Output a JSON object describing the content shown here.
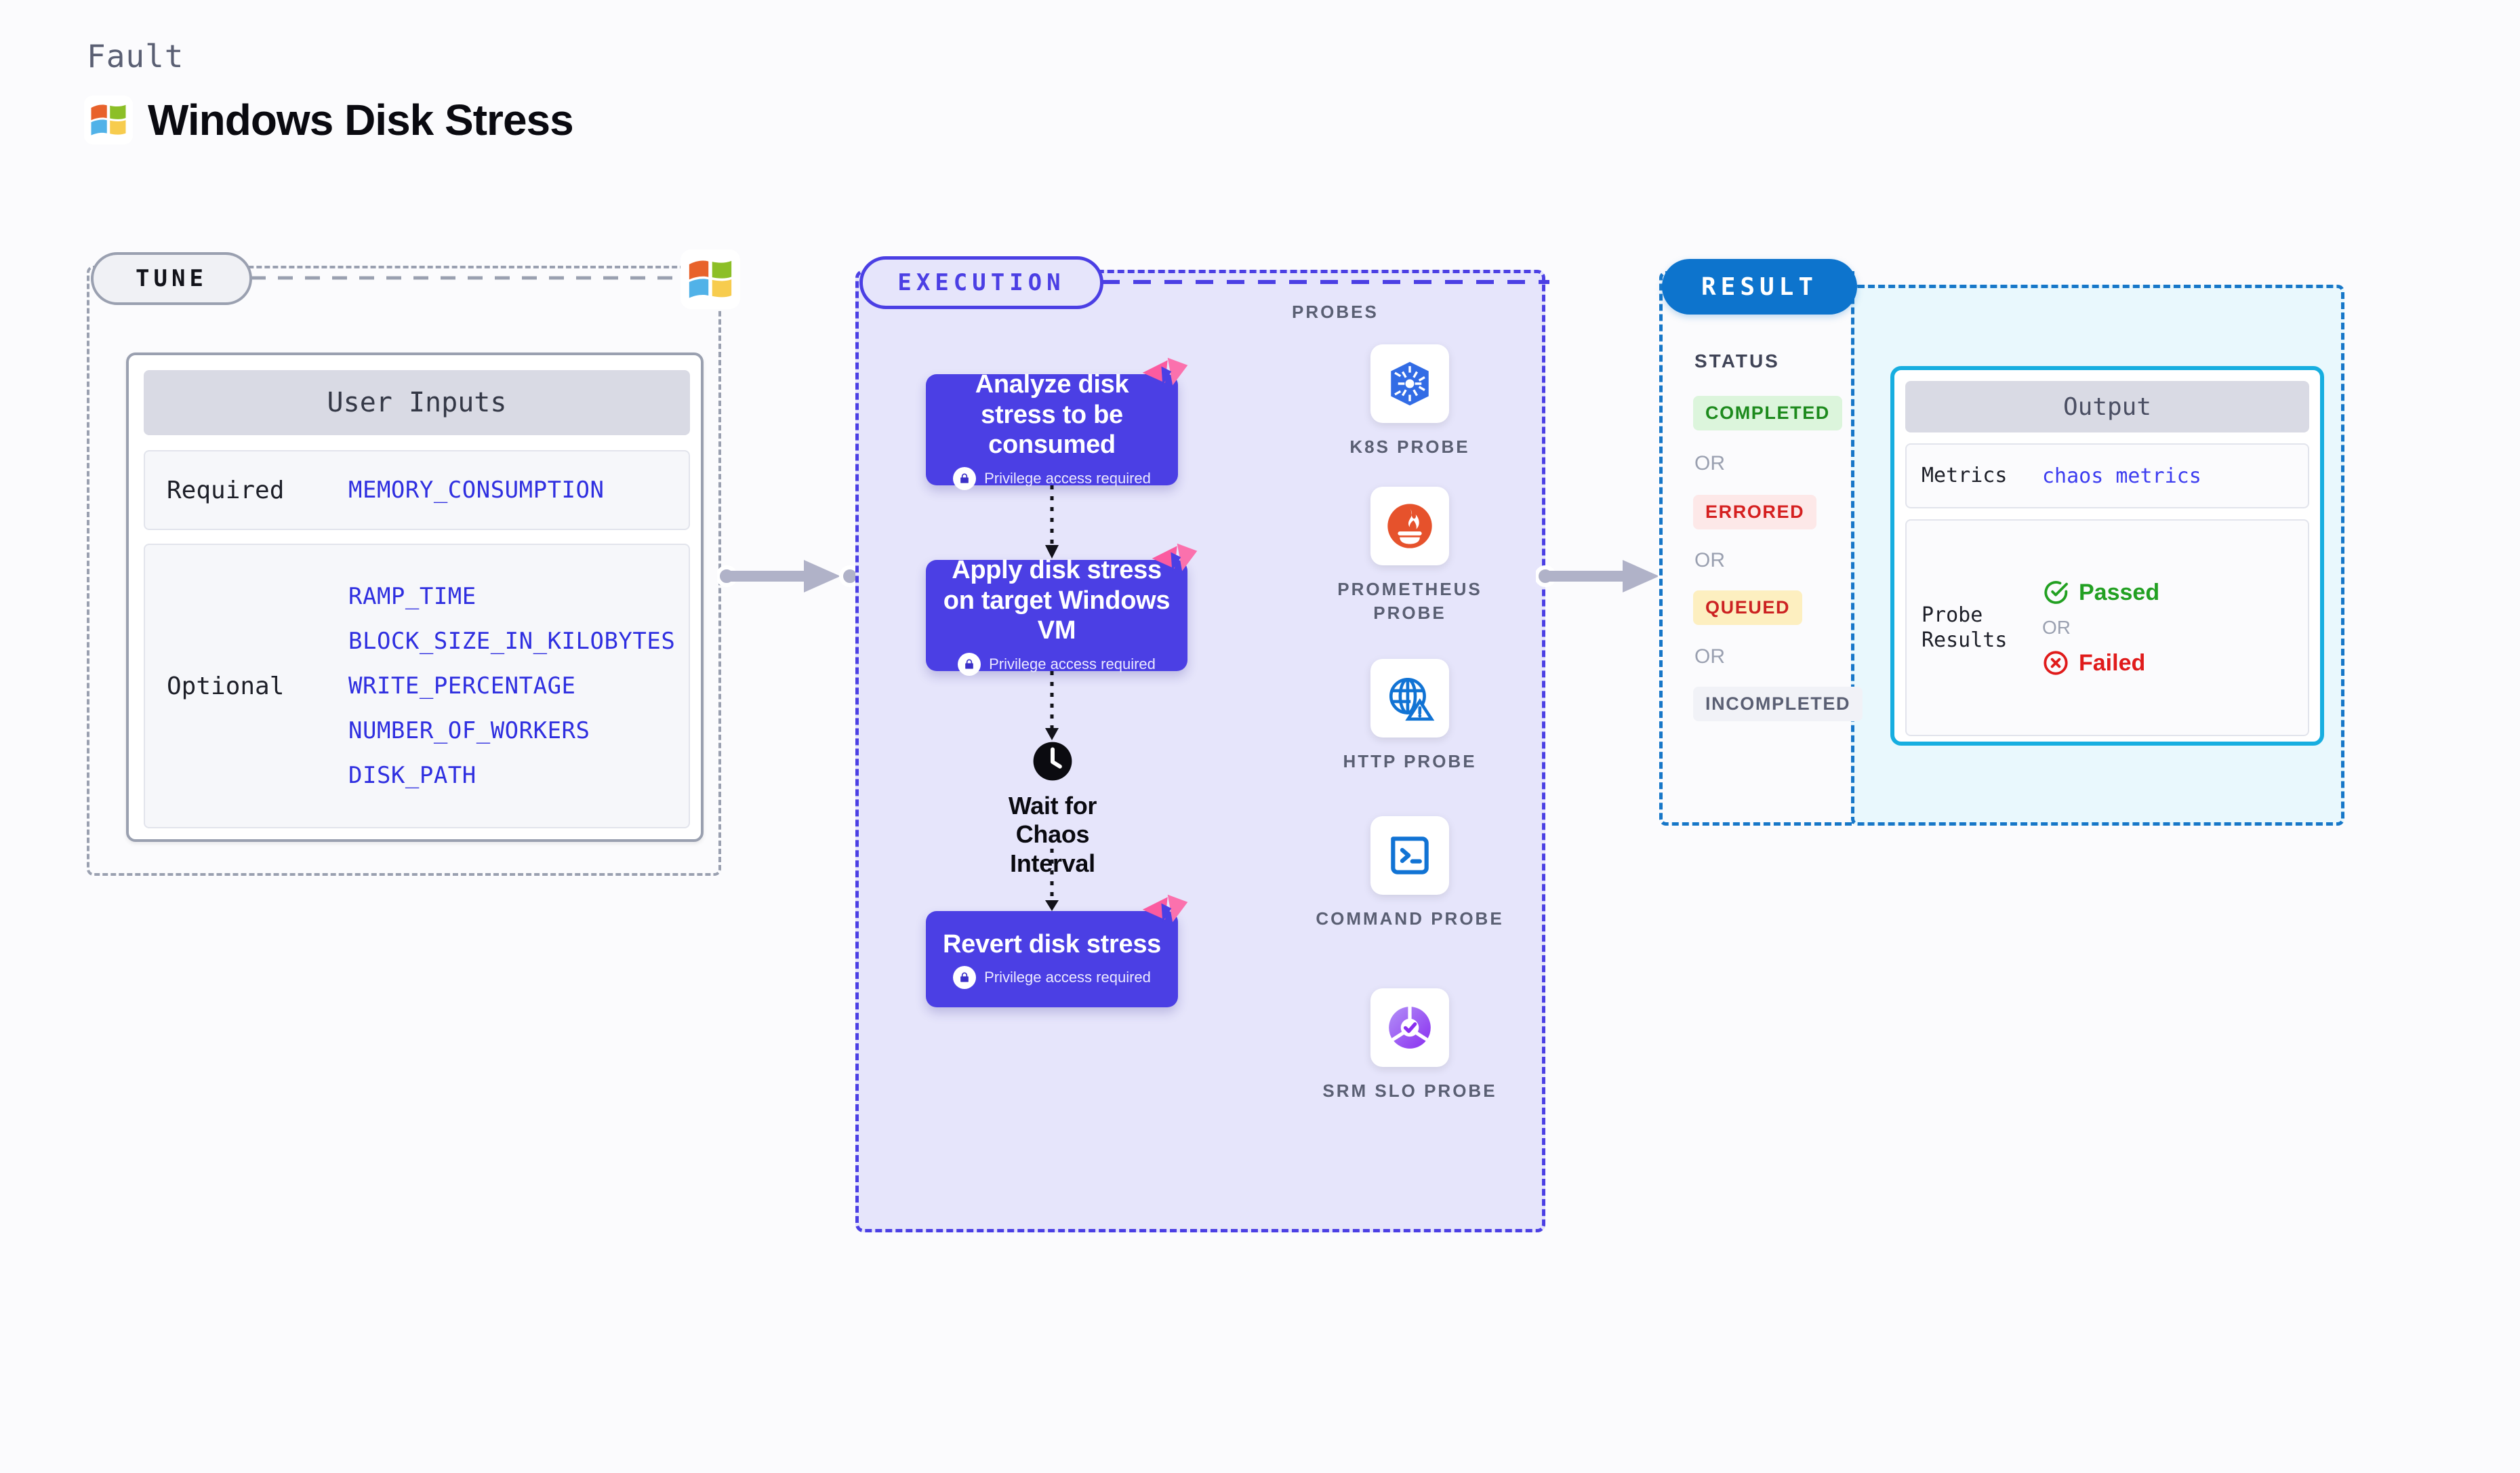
{
  "header": {
    "eyebrow": "Fault",
    "title": "Windows Disk Stress",
    "logo_icon": "windows-logo"
  },
  "tune": {
    "stage_label": "TUNE",
    "logo_icon": "windows-logo",
    "card_title": "User Inputs",
    "rows": [
      {
        "label": "Required",
        "values": [
          "MEMORY_CONSUMPTION"
        ]
      },
      {
        "label": "Optional",
        "values": [
          "RAMP_TIME",
          "BLOCK_SIZE_IN_KILOBYTES",
          "WRITE_PERCENTAGE",
          "NUMBER_OF_WORKERS",
          "DISK_PATH"
        ]
      }
    ]
  },
  "execution": {
    "stage_label": "EXECUTION",
    "privilege_note": "Privilege access required",
    "steps": [
      {
        "title": "Analyze disk stress to be consumed",
        "privileged": true,
        "ribbon_icon": "chaos-ribbon-icon"
      },
      {
        "title": "Apply disk stress on target Windows VM",
        "privileged": true,
        "ribbon_icon": "chaos-ribbon-icon"
      },
      {
        "title": "Revert disk stress",
        "privileged": true,
        "ribbon_icon": "chaos-ribbon-icon"
      }
    ],
    "wait_node": {
      "label": "Wait for Chaos Interval",
      "icon": "clock-icon"
    }
  },
  "probes": {
    "section_label": "PROBES",
    "items": [
      {
        "name": "K8S PROBE",
        "icon": "kubernetes-icon"
      },
      {
        "name": "PROMETHEUS PROBE",
        "icon": "prometheus-icon"
      },
      {
        "name": "HTTP PROBE",
        "icon": "http-globe-icon"
      },
      {
        "name": "COMMAND PROBE",
        "icon": "terminal-icon"
      },
      {
        "name": "SRM SLO PROBE",
        "icon": "srm-slo-icon"
      }
    ]
  },
  "result": {
    "stage_label": "RESULT",
    "status_label": "STATUS",
    "or_label": "OR",
    "statuses": [
      {
        "label": "COMPLETED",
        "bg": "#dcf5dc",
        "fg": "#1d8a1d"
      },
      {
        "label": "ERRORED",
        "bg": "#fde8e8",
        "fg": "#d52020"
      },
      {
        "label": "QUEUED",
        "bg": "#fdefc0",
        "fg": "#cc2222"
      },
      {
        "label": "INCOMPLETED",
        "bg": "#f1f2f7",
        "fg": "#5a5f73"
      }
    ],
    "output": {
      "card_title": "Output",
      "metrics_label": "Metrics",
      "metrics_value": "chaos metrics",
      "probe_results_label": "Probe Results",
      "or_label": "OR",
      "passed_label": "Passed",
      "failed_label": "Failed",
      "passed_color": "#22a022",
      "failed_color": "#e01b1b",
      "passed_icon": "check-circle-icon",
      "failed_icon": "x-circle-icon"
    }
  },
  "colors": {
    "page_bg": "#fbfbfd",
    "execution_accent": "#4b3fe4",
    "execution_fill": "#e6e5fb",
    "result_accent": "#1777c8",
    "result_fill": "#e9f8fd",
    "output_border": "#17aee0",
    "tune_accent": "#9aa0b0",
    "mono_value": "#2f2fe0",
    "connector": "#b0b2c8"
  }
}
